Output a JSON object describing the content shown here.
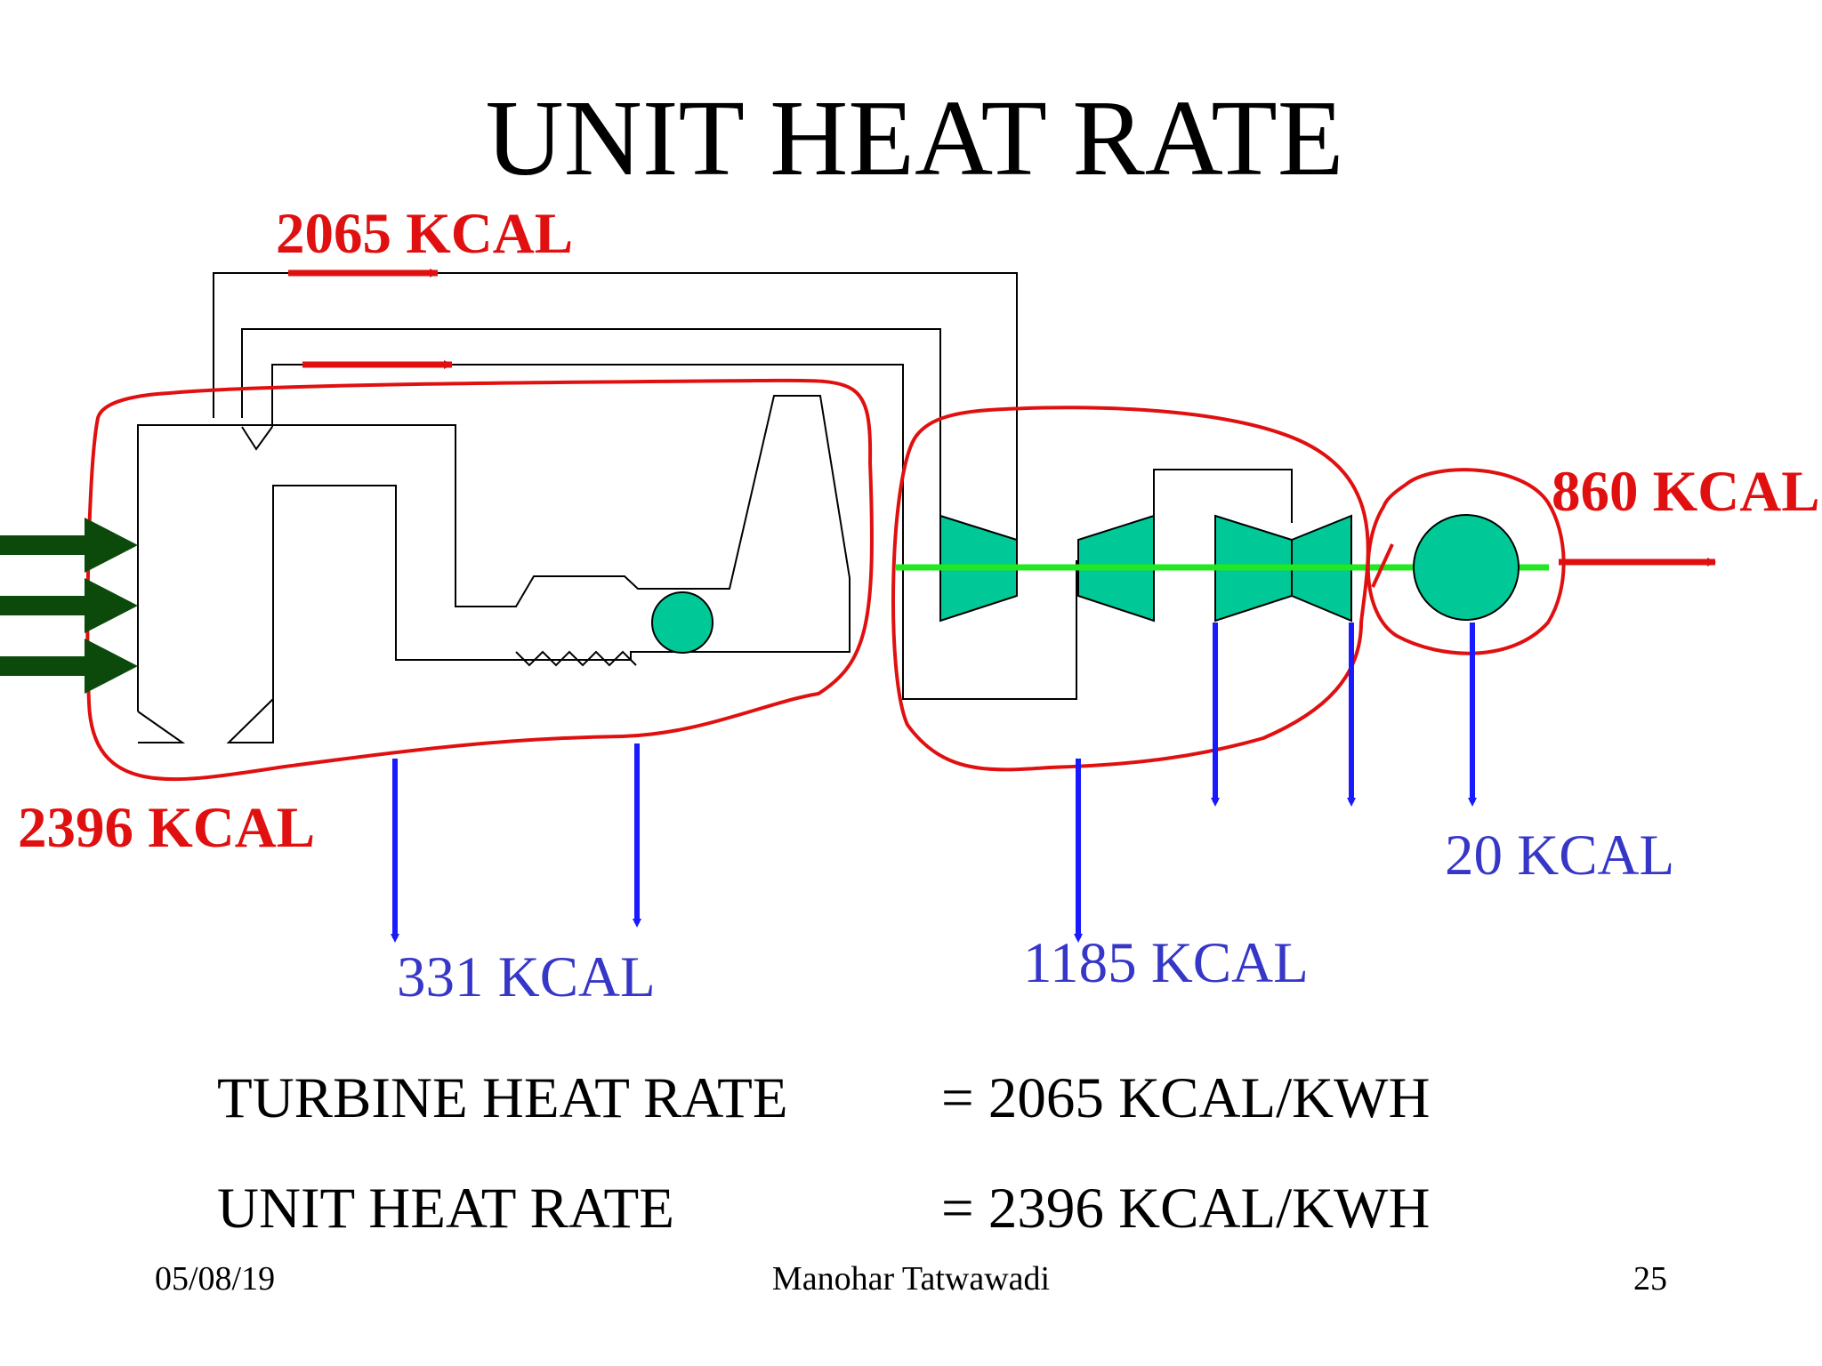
{
  "title": "UNIT HEAT RATE",
  "labels": {
    "turbine_input": "2065 KCAL",
    "unit_input": "2396 KCAL",
    "generator_output": "860 KCAL",
    "boiler_loss": "331 KCAL",
    "turbine_loss": "1185 KCAL",
    "generator_loss": "20 KCAL"
  },
  "rates": [
    {
      "label": "TURBINE HEAT RATE",
      "value": "= 2065 KCAL/KWH"
    },
    {
      "label": "UNIT HEAT RATE",
      "value": "= 2396 KCAL/KWH"
    }
  ],
  "footer": {
    "date": "05/08/19",
    "author": "Manohar Tatwawadi",
    "page": "25"
  },
  "colors": {
    "energy_in": "#e01010",
    "losses": "#1a1aff",
    "loss_text": "#3636c8",
    "fuel_arrows": "#0c4a0c",
    "equipment": "#00c896",
    "shaft": "#22e822",
    "outline": "#000000"
  }
}
